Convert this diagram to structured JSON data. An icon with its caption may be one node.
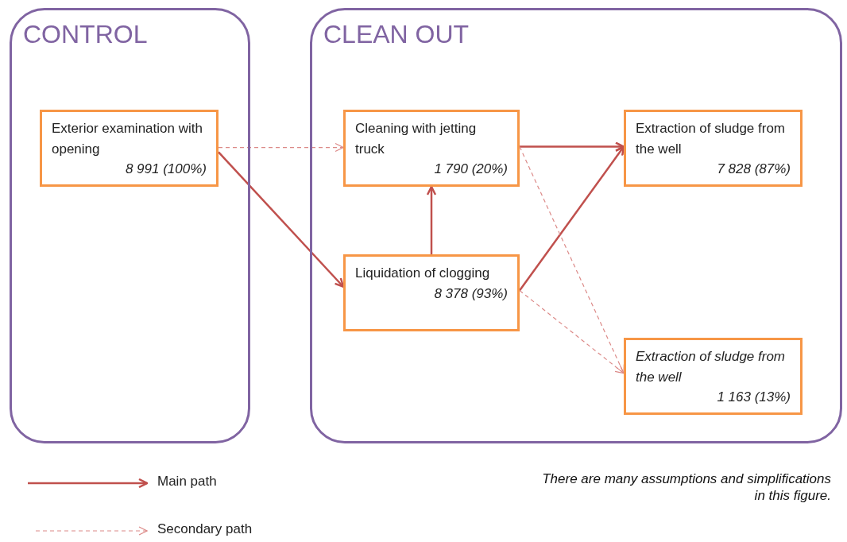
{
  "diagram": {
    "nodes": [
      {
        "text": [
          "CONTROL"
        ]
      },
      {
        "text": [
          "CLEAN OUT"
        ]
      },
      {
        "text": [
          "Exterior examination with opening",
          "8 991 (100%)"
        ],
        "in": 0
      },
      {
        "text": [
          "Cleaning with jetting truck",
          "1 790 (20%)"
        ],
        "in": 1
      },
      {
        "text": [
          "Liquidation of clogging",
          "8 378 (93%)"
        ],
        "in": 1
      },
      {
        "text": [
          "Extraction of sludge from the well",
          "7 828 (87%)"
        ],
        "in": 1
      },
      {
        "text": [
          "*Extraction of sludge from the well*",
          "1 163 (13%)"
        ],
        "in": 1
      }
    ],
    "edges": [
      {
        "from": 2,
        "to": 3,
        "arrow": "to",
        "style": "dashed",
        "color": "#dc8a88"
      },
      {
        "from": 2,
        "to": 4,
        "arrow": "to"
      },
      {
        "from": 4,
        "to": 3,
        "arrow": "to"
      },
      {
        "from": 3,
        "to": 5,
        "arrow": "to"
      },
      {
        "from": 4,
        "to": 5,
        "arrow": "to"
      },
      {
        "from": 3,
        "to": 6,
        "arrow": "to",
        "style": "dashed",
        "color": "#dc8a88"
      },
      {
        "from": 4,
        "to": 6,
        "arrow": "to",
        "style": "dashed",
        "color": "#dc8a88"
      }
    ],
    "labels": [
      "There are many assumptions and simplifications in this figure."
    ],
    "legend": [
      {
        "text": "Main path"
      },
      {
        "text": "Secondary path"
      }
    ]
  }
}
